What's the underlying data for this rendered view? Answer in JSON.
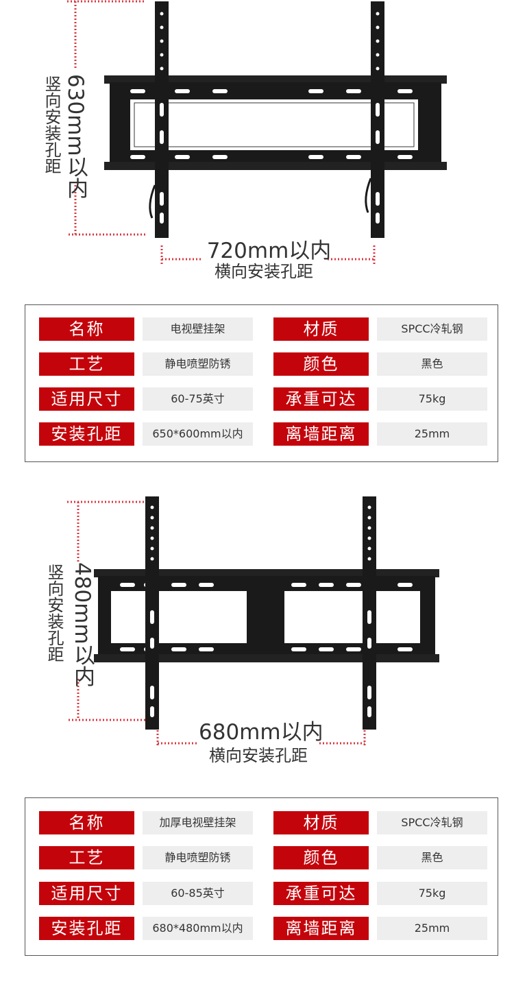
{
  "diagram1": {
    "vertical_value": "630mm以内",
    "vertical_label": "竖向安装孔距",
    "horizontal_value": "720mm以内",
    "horizontal_label": "横向安装孔距"
  },
  "spec1": {
    "rows": [
      {
        "l1": "名称",
        "v1": "电视壁挂架",
        "l2": "材质",
        "v2": "SPCC冷轧钢"
      },
      {
        "l1": "工艺",
        "v1": "静电喷塑防锈",
        "l2": "颜色",
        "v2": "黑色"
      },
      {
        "l1": "适用尺寸",
        "v1": "60-75英寸",
        "l2": "承重可达",
        "v2": "75kg"
      },
      {
        "l1": "安装孔距",
        "v1": "650*600mm以内",
        "l2": "离墙距离",
        "v2": "25mm"
      }
    ]
  },
  "diagram2": {
    "vertical_value": "480mm以内",
    "vertical_label": "竖向安装孔距",
    "horizontal_value": "680mm以内",
    "horizontal_label": "横向安装孔距"
  },
  "spec2": {
    "rows": [
      {
        "l1": "名称",
        "v1": "加厚电视壁挂架",
        "l2": "材质",
        "v2": "SPCC冷轧钢"
      },
      {
        "l1": "工艺",
        "v1": "静电喷塑防锈",
        "l2": "颜色",
        "v2": "黑色"
      },
      {
        "l1": "适用尺寸",
        "v1": "60-85英寸",
        "l2": "承重可达",
        "v2": "75kg"
      },
      {
        "l1": "安装孔距",
        "v1": "680*480mm以内",
        "l2": "离墙距离",
        "v2": "25mm"
      }
    ]
  },
  "colors": {
    "accent": "#c4040b",
    "metal": "#1a1a1a",
    "cell": "#eeeeee"
  }
}
